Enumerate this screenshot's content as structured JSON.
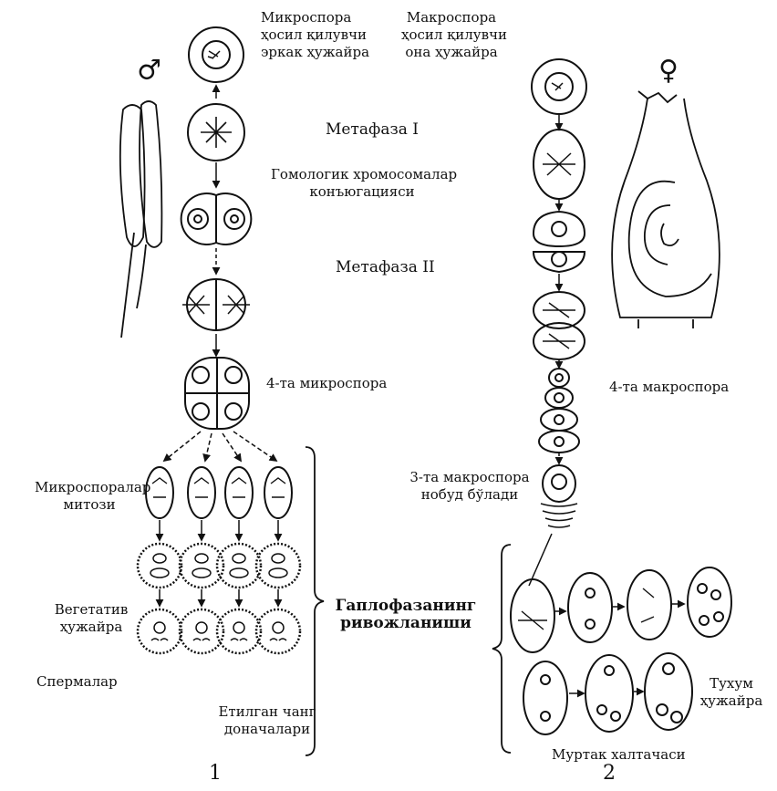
{
  "left": {
    "symbol": "♂",
    "top_label": [
      "Микроспора",
      "ҳосил қилувчи",
      "эркак ҳужайра"
    ],
    "metaphase_1": "Метафаза I",
    "conjugation": [
      "Гомологик хромосомалар",
      "конъюгацияси"
    ],
    "metaphase_2": "Метафаза II",
    "four_microspores": "4-та микроспора",
    "microspore_mitosis": [
      "Микроспоралар",
      "митози"
    ],
    "vegetative_cell": [
      "Вегетатив",
      "ҳужайра"
    ],
    "sperms": "Спермалар",
    "mature_pollen": [
      "Етилган чанг",
      "доначалари"
    ],
    "number": "1"
  },
  "middle": {
    "haplophase": [
      "Гаплофазанинг",
      "ривожланиши"
    ]
  },
  "right": {
    "symbol": "♀",
    "top_label": [
      "Макроспора",
      "ҳосил қилувчи",
      "она ҳужайра"
    ],
    "four_macrospores": "4-та макроспора",
    "three_degenerate": [
      "3-та макроспора",
      "нобуд бўлади"
    ],
    "egg_cell": [
      "Тухум",
      "ҳужайра"
    ],
    "embryo_sac": "Муртак халтачаси",
    "number": "2"
  },
  "colors": {
    "ink": "#111111",
    "paper": "#ffffff"
  }
}
